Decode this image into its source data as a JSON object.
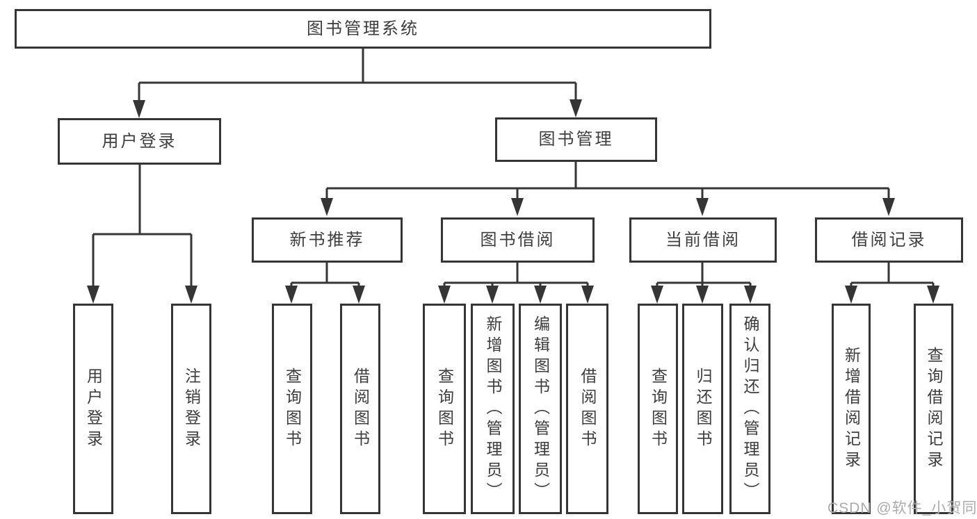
{
  "tree": {
    "root": {
      "label": "图书管理系统"
    },
    "branches": [
      {
        "label": "用户登录",
        "leaves": [
          {
            "label": "用户登录"
          },
          {
            "label": "注销登录"
          }
        ]
      },
      {
        "label": "图书管理",
        "groups": [
          {
            "label": "新书推荐",
            "leaves": [
              {
                "label": "查询图书"
              },
              {
                "label": "借阅图书"
              }
            ]
          },
          {
            "label": "图书借阅",
            "leaves": [
              {
                "label": "查询图书"
              },
              {
                "label": "新增图书（管理员）"
              },
              {
                "label": "编辑图书（管理员）"
              },
              {
                "label": "借阅图书"
              }
            ]
          },
          {
            "label": "当前借阅",
            "leaves": [
              {
                "label": "查询图书"
              },
              {
                "label": "归还图书"
              },
              {
                "label": "确认归还（管理员）"
              }
            ]
          },
          {
            "label": "借阅记录",
            "leaves": [
              {
                "label": "新增借阅记录"
              },
              {
                "label": "查询借阅记录"
              }
            ]
          }
        ]
      }
    ]
  },
  "watermark": {
    "text": "CSDN @软件_小贺同学"
  },
  "colors": {
    "line": "#353535",
    "text": "#3d3d3d",
    "watermark": "#ababab",
    "background": "#ffffff"
  }
}
